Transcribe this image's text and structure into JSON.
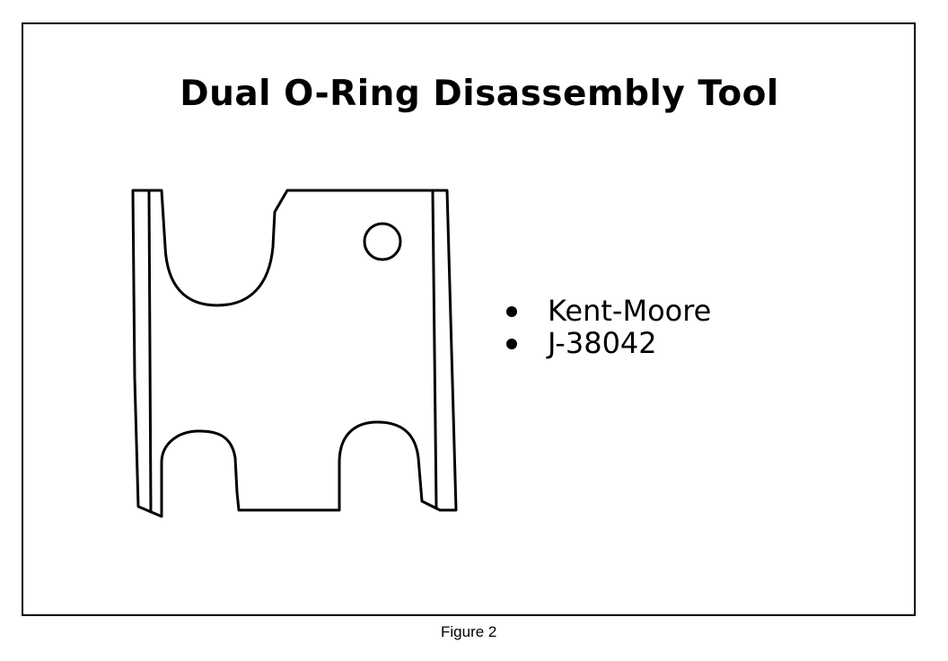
{
  "slide": {
    "title": "Dual O-Ring Disassembly Tool",
    "bullets": [
      {
        "label": "Kent-Moore"
      },
      {
        "label": "J-38042"
      }
    ]
  },
  "caption": "Figure 2",
  "illustration": {
    "icon": "dual-o-ring-disassembly-tool-icon",
    "line_color": "#000000"
  }
}
